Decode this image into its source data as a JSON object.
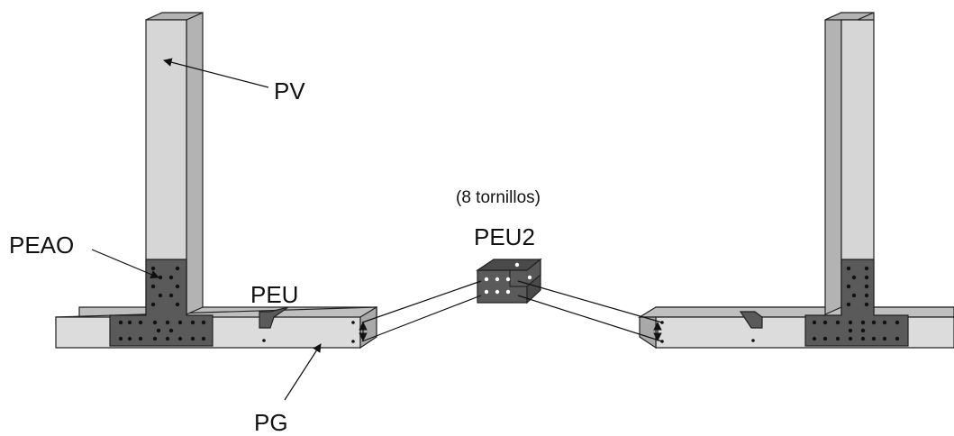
{
  "labels": {
    "pv": "PV",
    "peao": "PEAO",
    "peu": "PEU",
    "peu2": "PEU2",
    "peu2_note": "(8 tornillos)",
    "pg": "PG"
  },
  "colors": {
    "beam_face": "#dcdcdc",
    "beam_top": "#bfbfbf",
    "plate": "#5a5a5a",
    "line": "#222222"
  }
}
